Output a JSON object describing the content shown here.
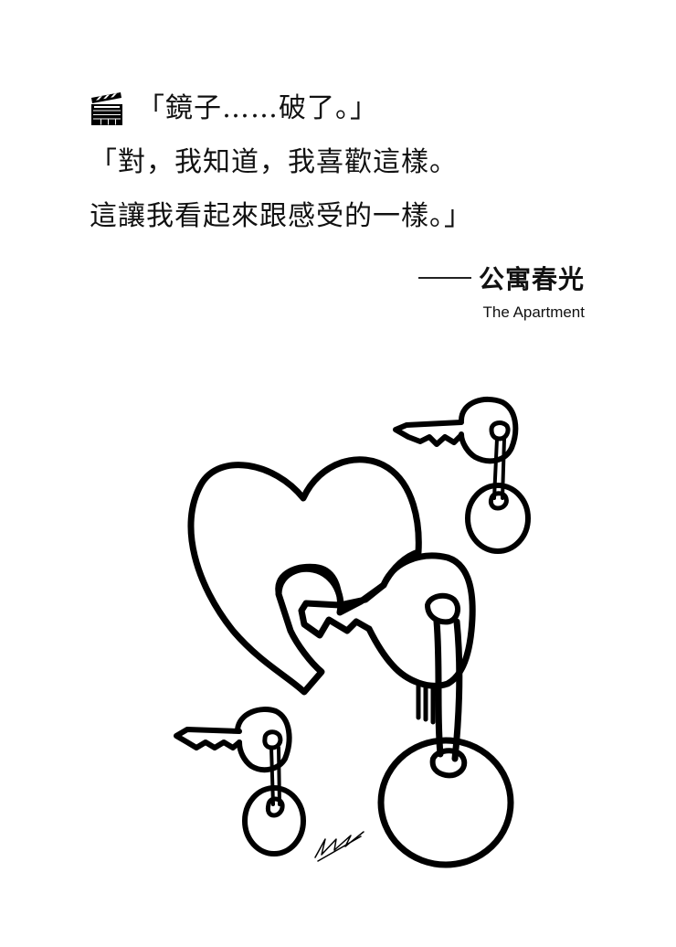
{
  "quote": {
    "icon": "clapperboard-icon",
    "lines": [
      "「鏡子……破了。」",
      "「對，我知道，我喜歡這樣。",
      "這讓我看起來跟感受的一樣。」"
    ]
  },
  "attribution": {
    "dash": "——",
    "title_zh": "公寓春光",
    "title_en": "The Apartment"
  },
  "illustration": {
    "description": "Line drawing: heart with a key inserted, three keys with round key-tags, artist signature",
    "stroke_color": "#000000",
    "background_color": "#ffffff"
  }
}
